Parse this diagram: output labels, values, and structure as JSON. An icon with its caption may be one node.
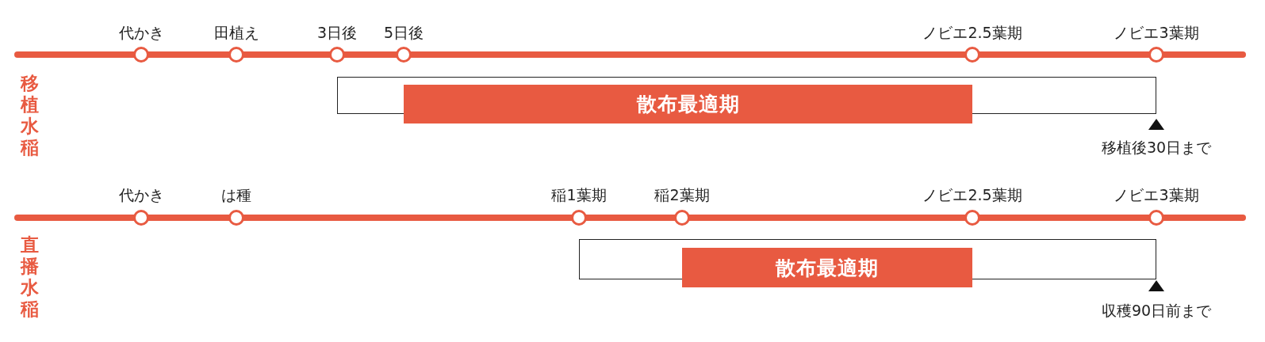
{
  "diagram": {
    "nodes": [
      {
        "text": [
          "代かき"
        ]
      },
      {
        "text": [
          "田植え"
        ]
      },
      {
        "text": [
          "3日後"
        ]
      },
      {
        "text": [
          "5日後"
        ]
      },
      {
        "text": [
          "ノビエ2.5葉期"
        ]
      },
      {
        "text": [
          "ノビエ3葉期"
        ]
      },
      {
        "text": [],
        "shape": "box"
      },
      {
        "text": [
          "散布最適期"
        ]
      },
      {
        "text": [
          "代かき"
        ]
      },
      {
        "text": [
          "は種"
        ]
      },
      {
        "text": [
          "稲1葉期"
        ]
      },
      {
        "text": [
          "稲2葉期"
        ]
      },
      {
        "text": [
          "ノビエ2.5葉期"
        ]
      },
      {
        "text": [
          "ノビエ3葉期"
        ]
      },
      {
        "text": [],
        "shape": "box"
      },
      {
        "text": [
          "散布最適期"
        ]
      }
    ],
    "labels": [
      "移植水稲",
      "移植後30日まで",
      "直播水稲",
      "収穫90日前まで"
    ]
  }
}
